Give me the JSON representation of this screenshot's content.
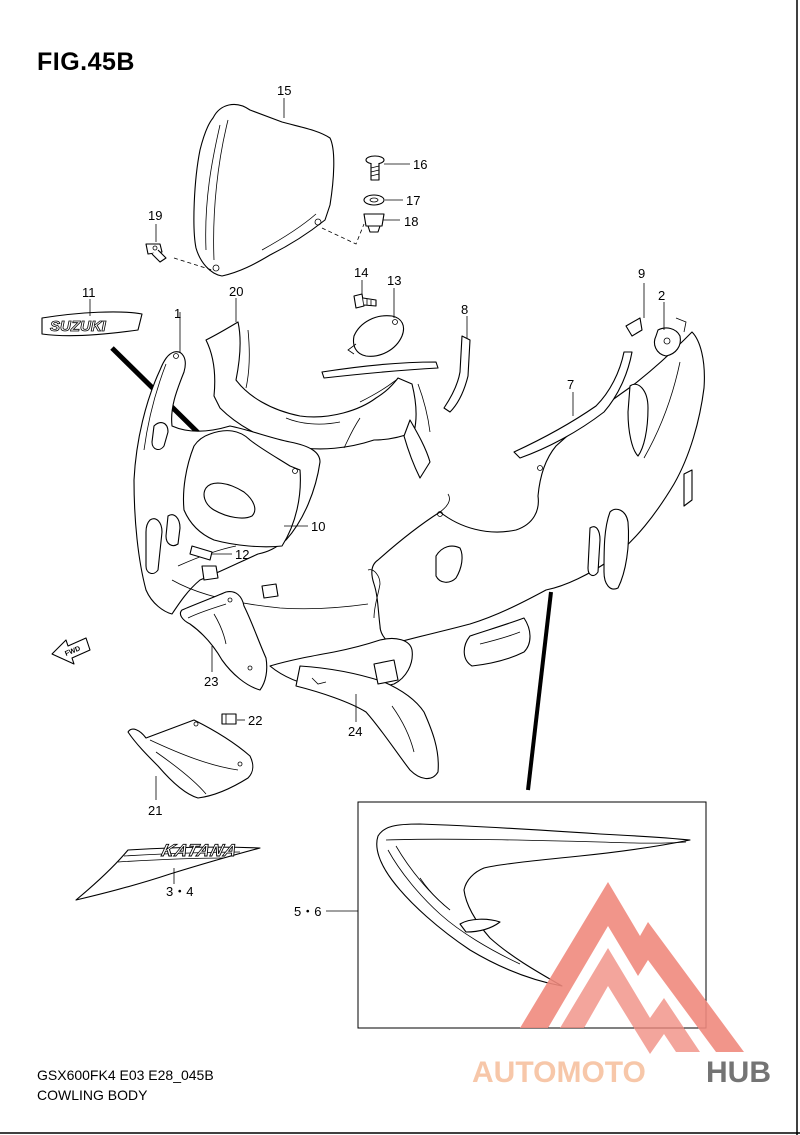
{
  "figure": {
    "title": "FIG.45B",
    "model_code": "GSX600FK4 E03 E28_045B",
    "section_title": "COWLING BODY"
  },
  "callouts": {
    "c1": "1",
    "c2": "2",
    "c3_4": "3・4",
    "c5_6": "5・6",
    "c7": "7",
    "c8": "8",
    "c9": "9",
    "c10": "10",
    "c11": "11",
    "c12": "12",
    "c13": "13",
    "c14": "14",
    "c15": "15",
    "c16": "16",
    "c17": "17",
    "c18": "18",
    "c19": "19",
    "c20": "20",
    "c21": "21",
    "c22": "22",
    "c23": "23",
    "c24": "24"
  },
  "emblems": {
    "suzuki": "SUZUKI",
    "katana": "KATANA",
    "fwd": "FWD"
  },
  "watermark": {
    "part1": "AUTOMOTO",
    "part2": "HUB",
    "color_main": "#f08a7e",
    "color_light": "#f7c2a0",
    "color_dark": "#666666"
  }
}
